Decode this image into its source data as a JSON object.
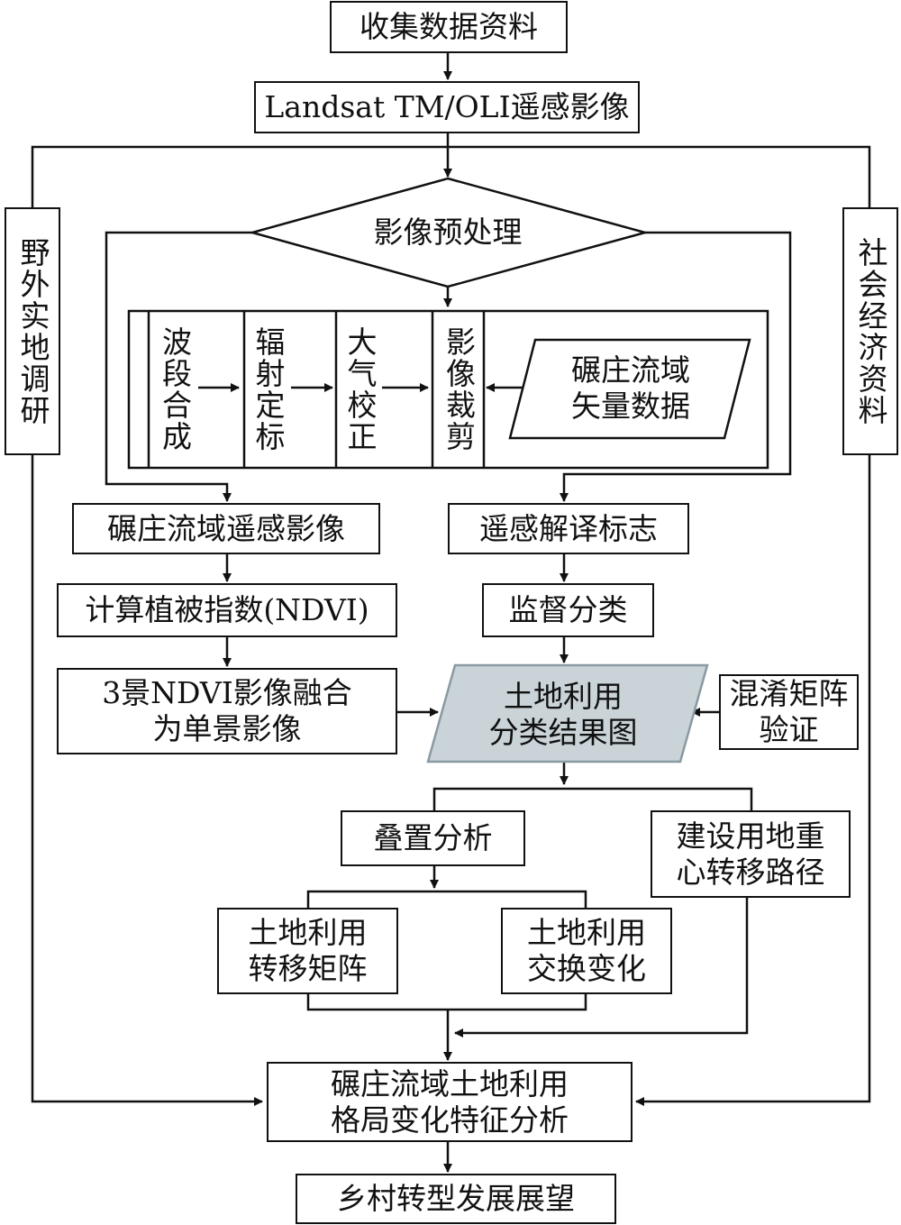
{
  "nodes": {
    "collect": "收集数据资料",
    "landsat": "Landsat TM/OLI遥感影像",
    "preprocess": "影像预处理",
    "field_survey": "野外实地调研",
    "socio_economic": "社会经济资料",
    "band_composite": "波段合成",
    "radiometric": "辐射定标",
    "atmospheric": "大气校正",
    "clip": "影像裁剪",
    "vector": "碾庄流域\n矢量数据",
    "watershed_image": "碾庄流域遥感影像",
    "interpretation": "遥感解译标志",
    "ndvi": "计算植被指数(NDVI)",
    "supervised": "监督分类",
    "fusion": "3景NDVI影像融合\n为单景影像",
    "result_map": "土地利用\n分类结果图",
    "confusion": "混淆矩阵\n验证",
    "overlay": "叠置分析",
    "centroid": "建设用地重\n心转移路径",
    "transfer_matrix": "土地利用\n转移矩阵",
    "exchange": "土地利用\n交换变化",
    "pattern": "碾庄流域土地利用\n格局变化特征分析",
    "outlook": "乡村转型发展展望"
  },
  "colors": {
    "result_fill": "#c9d3d8",
    "stroke": "#111111"
  }
}
